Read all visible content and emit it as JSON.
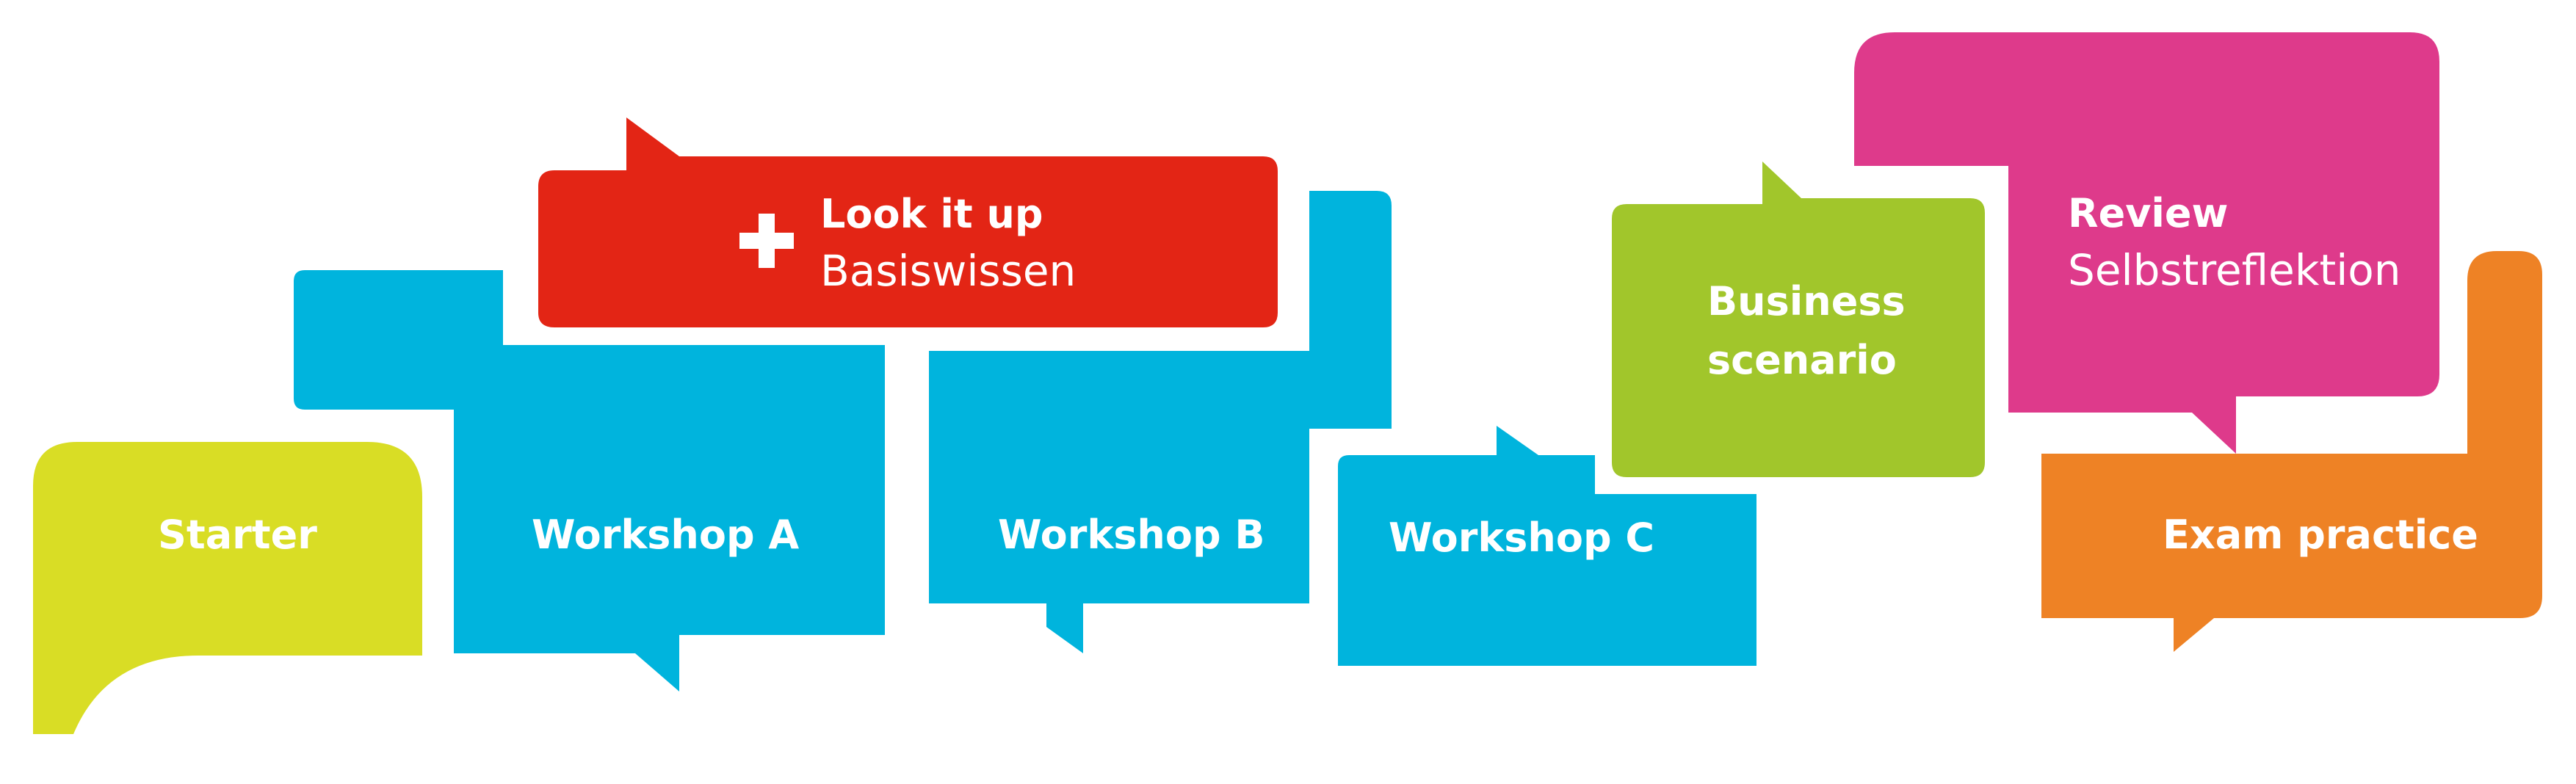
{
  "colors": {
    "lime": "#D9DD25",
    "cyan": "#00B4DD",
    "red": "#E32515",
    "green": "#A1C62B",
    "pink": "#DE3A8B",
    "orange": "#EE8225",
    "text": "#FFFFFF",
    "background": "#FFFFFF"
  },
  "steps": {
    "starter": {
      "label": "Starter"
    },
    "workshop_a": {
      "label": "Workshop A"
    },
    "workshop_b": {
      "label": "Workshop B"
    },
    "workshop_c": {
      "label": "Workshop C"
    },
    "look_it_up": {
      "title": "Look it up",
      "subtitle": "Basiswissen",
      "icon": "plus-icon"
    },
    "business_scenario": {
      "line1": "Business",
      "line2": "scenario"
    },
    "review": {
      "title": "Review",
      "subtitle": "Selbstreflektion"
    },
    "exam_practice": {
      "label": "Exam practice"
    }
  }
}
